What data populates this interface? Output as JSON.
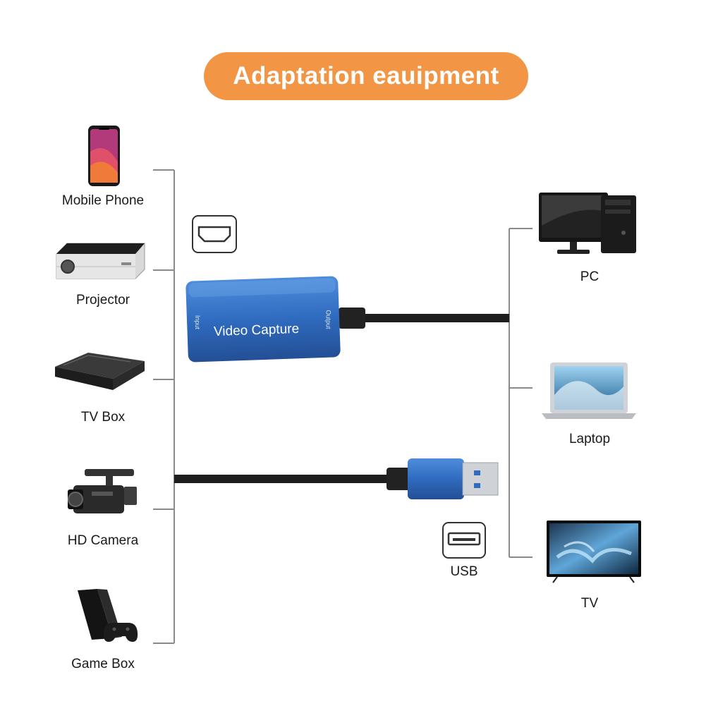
{
  "title": "Adaptation eauipment",
  "input_devices": [
    {
      "label": "Mobile Phone",
      "icon": "mobile-phone-icon"
    },
    {
      "label": "Projector",
      "icon": "projector-icon"
    },
    {
      "label": "TV Box",
      "icon": "tv-box-icon"
    },
    {
      "label": "HD Camera",
      "icon": "camera-icon"
    },
    {
      "label": "Game Box",
      "icon": "game-console-icon"
    }
  ],
  "output_devices": [
    {
      "label": "PC",
      "icon": "desktop-pc-icon"
    },
    {
      "label": "Laptop",
      "icon": "laptop-icon"
    },
    {
      "label": "TV",
      "icon": "tv-icon"
    }
  ],
  "capture_device": {
    "name": "Video Capture",
    "input_label": "Input",
    "output_label": "Output",
    "color": "#2f6bbf"
  },
  "ports": {
    "hdmi_icon": "hdmi-port-icon",
    "usb_icon": "usb-port-icon",
    "usb_label": "USB"
  },
  "colors": {
    "title_bg": "#f29545",
    "connector_line": "#8a8a8a",
    "cable": "#1e1e1e"
  }
}
